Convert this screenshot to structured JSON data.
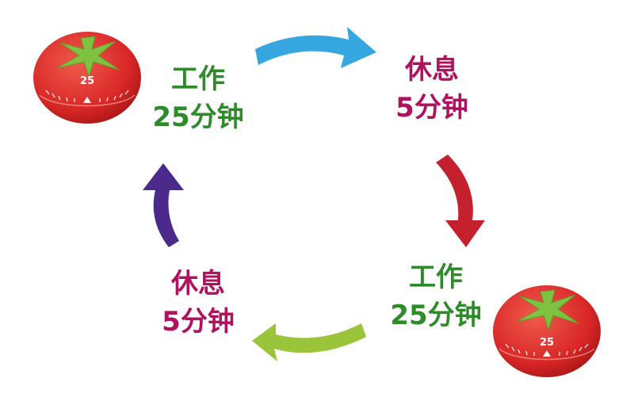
{
  "colors": {
    "work_text": "#2e8b2a",
    "rest_text": "#b0125f",
    "arrow_top": "#35a6df",
    "arrow_right": "#c4202e",
    "arrow_bottom": "#9ac43a",
    "arrow_left": "#4b2a8c",
    "tomato": "#dd2a2a",
    "tomato_leaf": "#7fc241"
  },
  "steps": {
    "top_left": {
      "line1": "工作",
      "line2": "25分钟"
    },
    "top_right": {
      "line1": "休息",
      "line2": "5分钟"
    },
    "bottom_right": {
      "line1": "工作",
      "line2": "25分钟"
    },
    "bottom_left": {
      "line1": "休息",
      "line2": "5分钟"
    }
  },
  "timers": {
    "top_left": {
      "dial_number": "25"
    },
    "bottom_right": {
      "dial_number": "25"
    }
  },
  "icons": [
    "tomato-timer-icon",
    "cycle-arrow-icon"
  ]
}
